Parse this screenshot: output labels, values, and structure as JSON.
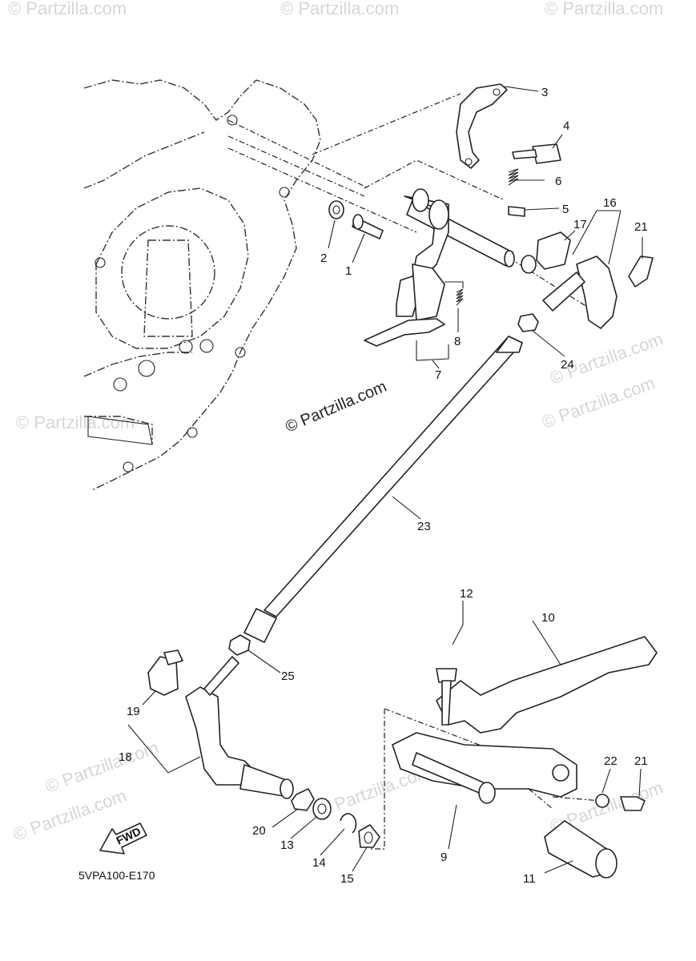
{
  "diagram_code": "5VPA100-E170",
  "fwd_label": "FWD",
  "watermark_center": "© Partzilla.com",
  "watermarks": [
    "© Partzilla.com",
    "© Partzilla.com",
    "© Partzilla.com",
    "© Partzilla.com",
    "© Partzilla.com",
    "© Partzilla.com",
    "© Partzilla.com",
    "© Partzilla.com",
    "© Partzilla.com",
    "© Partzilla.com"
  ],
  "callouts": {
    "p1": "1",
    "p2": "2",
    "p3": "3",
    "p4": "4",
    "p5": "5",
    "p6": "6",
    "p7": "7",
    "p8": "8",
    "p9": "9",
    "p10": "10",
    "p11": "11",
    "p12": "12",
    "p13": "13",
    "p14": "14",
    "p15": "15",
    "p16": "16",
    "p17": "17",
    "p18": "18",
    "p19": "19",
    "p20": "20",
    "p21a": "21",
    "p21b": "21",
    "p22": "22",
    "p23": "23",
    "p24": "24",
    "p25": "25"
  }
}
